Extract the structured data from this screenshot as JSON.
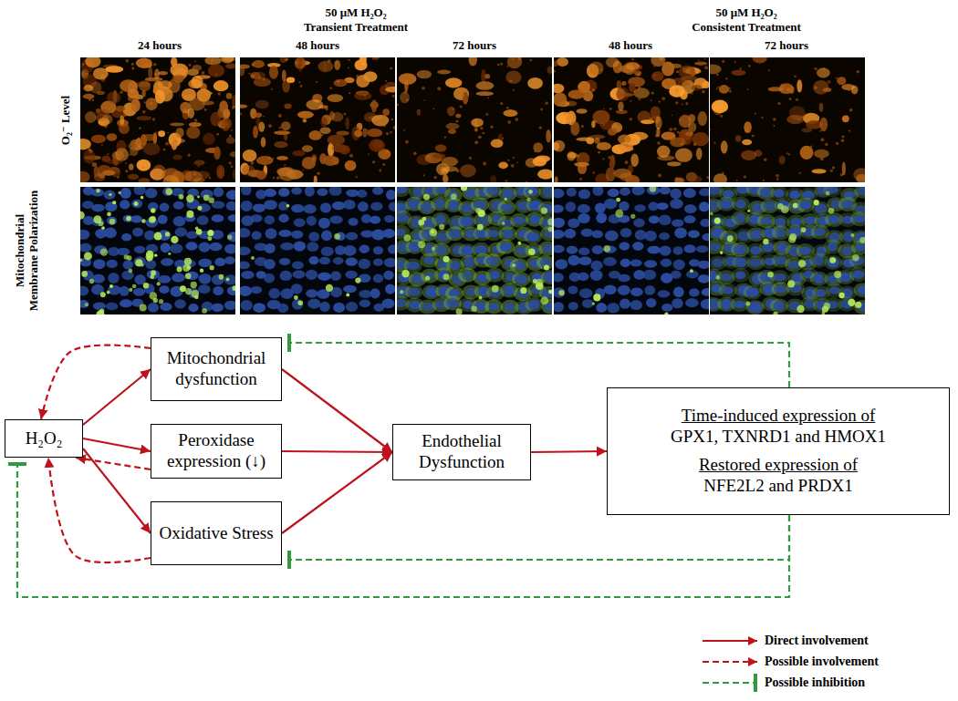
{
  "diagram": {
    "nodes": [
      {
        "text": [
          "H₂O₂"
        ]
      },
      {
        "text": [
          "Mitochondrial dysfunction"
        ]
      },
      {
        "text": [
          "Peroxidase expression (↓)"
        ]
      },
      {
        "text": [
          "Oxidative Stress"
        ]
      },
      {
        "text": [
          "Endothelial Dysfunction"
        ]
      },
      {
        "text": [
          "Time-induced expression of",
          "GPX1, TXNRD1 and HMOX1",
          "Restored expression of",
          "NFE2L2 and PRDX1"
        ]
      }
    ],
    "edges": [
      {
        "from": 0,
        "to": 1,
        "arrow": "to"
      },
      {
        "from": 0,
        "to": 2,
        "arrow": "to"
      },
      {
        "from": 0,
        "to": 3,
        "arrow": "to"
      },
      {
        "from": 1,
        "to": 0,
        "arrow": "to"
      },
      {
        "from": 2,
        "to": 0,
        "arrow": "to"
      },
      {
        "from": 3,
        "to": 0,
        "arrow": "to"
      },
      {
        "from": 1,
        "to": 4,
        "arrow": "to"
      },
      {
        "from": 2,
        "to": 4,
        "arrow": "to"
      },
      {
        "from": 3,
        "to": 4,
        "arrow": "to"
      },
      {
        "from": 4,
        "to": 5,
        "arrow": "to"
      },
      {
        "from": 5,
        "to": 1,
        "arrow": "to"
      },
      {
        "from": 5,
        "to": 3,
        "arrow": "to"
      },
      {
        "from": 5,
        "to": 0,
        "arrow": "to"
      }
    ],
    "labels": [
      "50 μM H₂O₂",
      "Transient Treatment",
      "50 μM H₂O₂",
      "Consistent Treatment",
      "24 hours",
      "48 hours",
      "72 hours",
      "48 hours",
      "72 hours",
      "O₂⁻ Level",
      "Mitochondrial Membrane Polarization"
    ],
    "legend": [
      {
        "text": "Direct involvement"
      },
      {
        "text": "Possible involvement"
      },
      {
        "text": "Possible inhibition"
      }
    ]
  }
}
